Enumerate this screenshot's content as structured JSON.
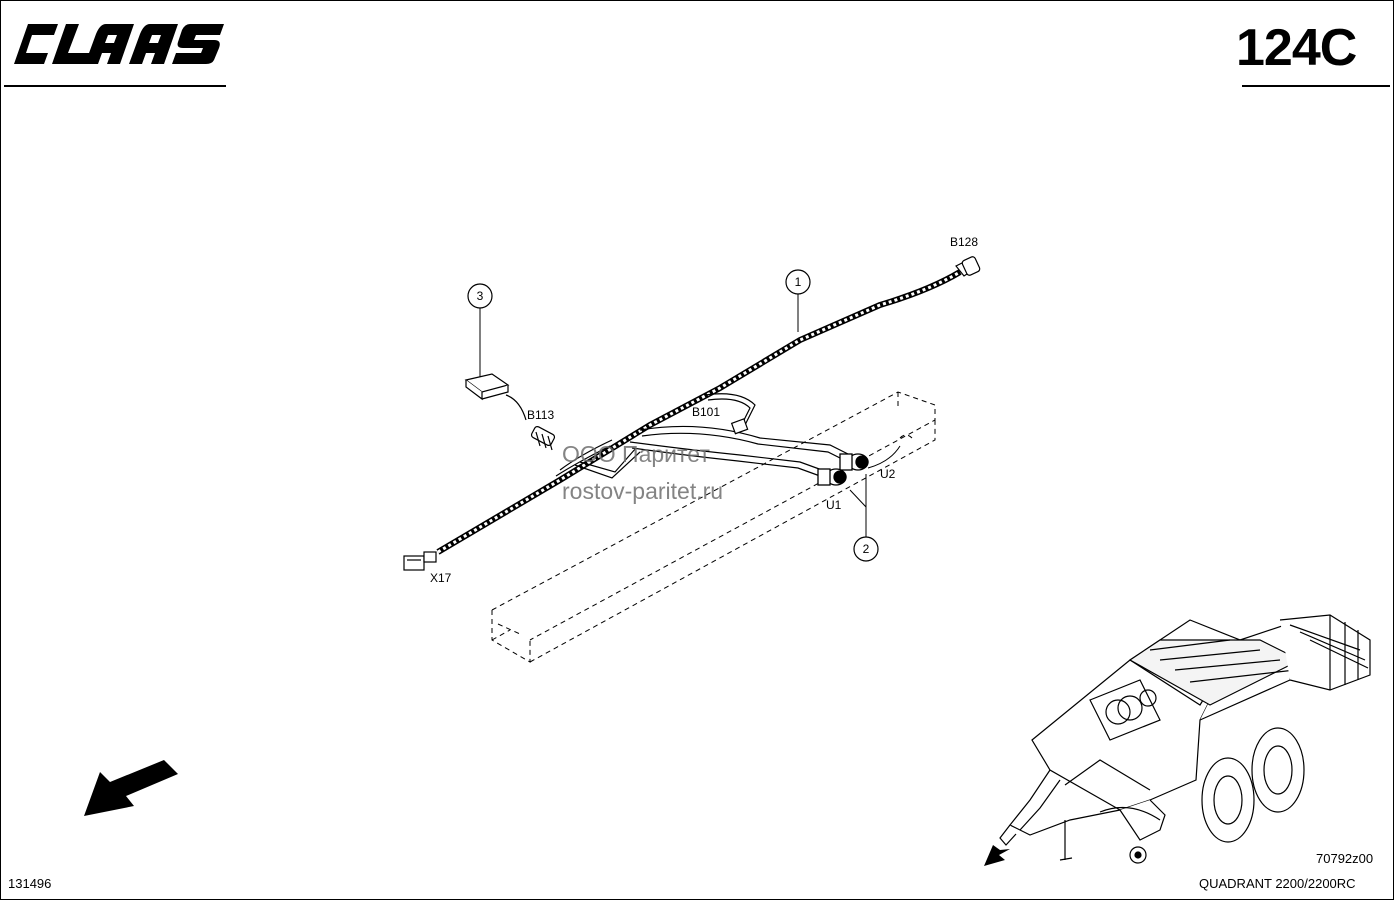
{
  "header": {
    "brand_logo": "CLAAS",
    "page_code": "124C"
  },
  "callouts": [
    {
      "number": "1"
    },
    {
      "number": "2"
    },
    {
      "number": "3"
    }
  ],
  "labels": {
    "b128": "B128",
    "b113": "B113",
    "b101": "B101",
    "u2": "U2",
    "u1": "U1",
    "x17": "X17"
  },
  "watermark": {
    "line1": "ООО Паритет",
    "line2": "rostov-paritet.ru"
  },
  "footer": {
    "doc_number": "131496",
    "drawing_id": "70792z00",
    "model": "QUADRANT 2200/2200RC"
  },
  "icons": {
    "direction_arrow": "arrow-down-left-icon"
  }
}
